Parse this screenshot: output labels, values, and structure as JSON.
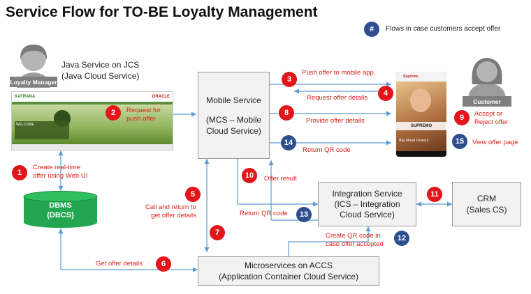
{
  "title": "Service Flow for TO-BE Loyalty Management",
  "legend": {
    "badge": "#",
    "text": "Flows in case customers accept offer"
  },
  "loyalty_manager": {
    "label": "Loyalty Manager"
  },
  "customer": {
    "label": "Customer"
  },
  "java_service": {
    "line1": "Java Service on JCS",
    "line2": "(Java Cloud Service)"
  },
  "web_ui": {
    "brand": "KATRANA",
    "oracle": "ORACLE",
    "hero": "WELCOME"
  },
  "phone": {
    "header": "Supremo",
    "brand": "SUPREMO",
    "caption": "Buy Mixed Flowers"
  },
  "mobile_service": {
    "line1": "Mobile Service",
    "line2": "(MCS – Mobile",
    "line3": "Cloud Service)"
  },
  "integration_service": {
    "line1": "Integration Service",
    "line2": "(ICS – Integration",
    "line3": "Cloud Service)"
  },
  "crm": {
    "line1": "CRM",
    "line2": "(Sales CS)"
  },
  "dbms": {
    "line1": "DBMS",
    "line2": "(DBCS)"
  },
  "microservices": {
    "line1": "Microservices on ACCS",
    "line2": "(Application Container Cloud Service)"
  },
  "steps": {
    "s1": {
      "num": "1",
      "line1": "Create real-time",
      "line2": "offer using Web UI"
    },
    "s2": {
      "num": "2",
      "line1": "Request for",
      "line2": "push offer"
    },
    "s3": {
      "num": "3",
      "text": "Push offer to mobile app."
    },
    "s4": {
      "num": "4",
      "text": "Request offer details"
    },
    "s5": {
      "num": "5",
      "line1": "Call and return to",
      "line2": "get offer details"
    },
    "s6": {
      "num": "6",
      "text": "Get offer details"
    },
    "s7": {
      "num": "7"
    },
    "s8": {
      "num": "8",
      "text": "Provide offer details"
    },
    "s9": {
      "num": "9",
      "line1": "Accept or",
      "line2": "Reject offer"
    },
    "s10": {
      "num": "10",
      "text": "Offer result"
    },
    "s11": {
      "num": "11"
    },
    "s12": {
      "num": "12",
      "line1": "Create QR code in",
      "line2": "case offer accepted"
    },
    "s13": {
      "num": "13",
      "text": "Return QR code"
    },
    "s14": {
      "num": "14",
      "text": "Return QR code"
    },
    "s15": {
      "num": "15",
      "text": "View offer page"
    }
  },
  "colors": {
    "accent_red": "#e3151a",
    "accent_blue": "#2e4f8f",
    "db_green": "#22a650",
    "arrow": "#5b9bd5"
  }
}
